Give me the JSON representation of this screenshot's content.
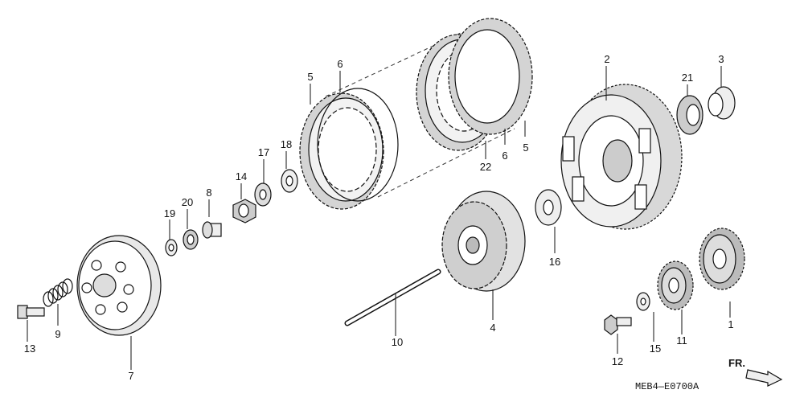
{
  "diagram": {
    "drawing_code": "MEB4—E0700A",
    "direction_label": "FR.",
    "part_labels": {
      "p1": "1",
      "p2": "2",
      "p3": "3",
      "p4": "4",
      "p5a": "5",
      "p5b": "5",
      "p6a": "6",
      "p6b": "6",
      "p7": "7",
      "p8": "8",
      "p9": "9",
      "p10": "10",
      "p11": "11",
      "p12": "12",
      "p13": "13",
      "p14": "14",
      "p15": "15",
      "p16": "16",
      "p17": "17",
      "p18": "18",
      "p19": "19",
      "p20": "20",
      "p21": "21",
      "p22": "22"
    }
  }
}
